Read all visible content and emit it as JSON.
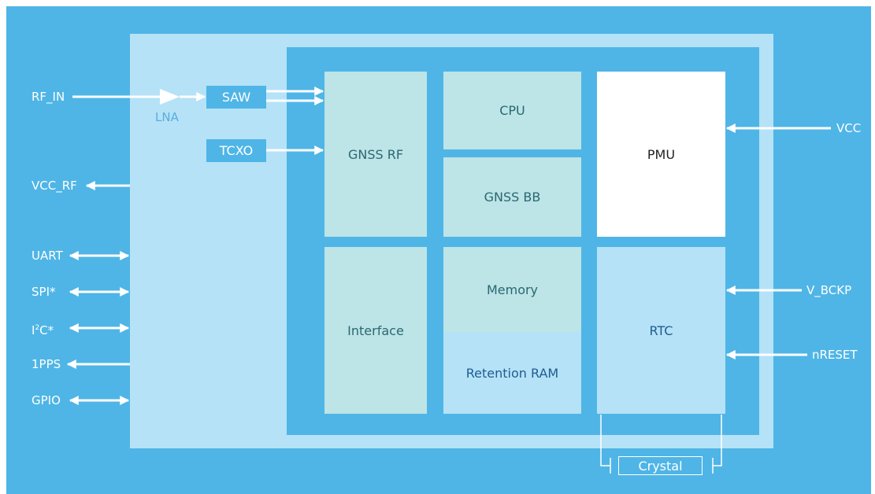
{
  "left_pins": {
    "rf_in": "RF_IN",
    "vcc_rf": "VCC_RF",
    "uart": "UART",
    "spi": "SPI*",
    "i2c_pre": "I",
    "i2c_sup": "2",
    "i2c_post": "C*",
    "pps": "1PPS",
    "gpio": "GPIO"
  },
  "right_pins": {
    "vcc": "VCC",
    "v_bckp": "V_BCKP",
    "nreset": "nRESET"
  },
  "rf_chain": {
    "lna": "LNA",
    "saw": "SAW",
    "tcxo": "TCXO"
  },
  "blocks": {
    "gnss_rf": "GNSS RF",
    "cpu": "CPU",
    "gnss_bb": "GNSS BB",
    "pmu": "PMU",
    "interface": "Interface",
    "memory": "Memory",
    "retention_ram": "Retention RAM",
    "rtc": "RTC",
    "crystal": "Crystal"
  },
  "colors": {
    "background": "#4fb5e6",
    "module": "#b5e2f7",
    "teal_block": "#bde4e6",
    "pmu": "#ffffff",
    "lna_text": "#5aaddf"
  }
}
